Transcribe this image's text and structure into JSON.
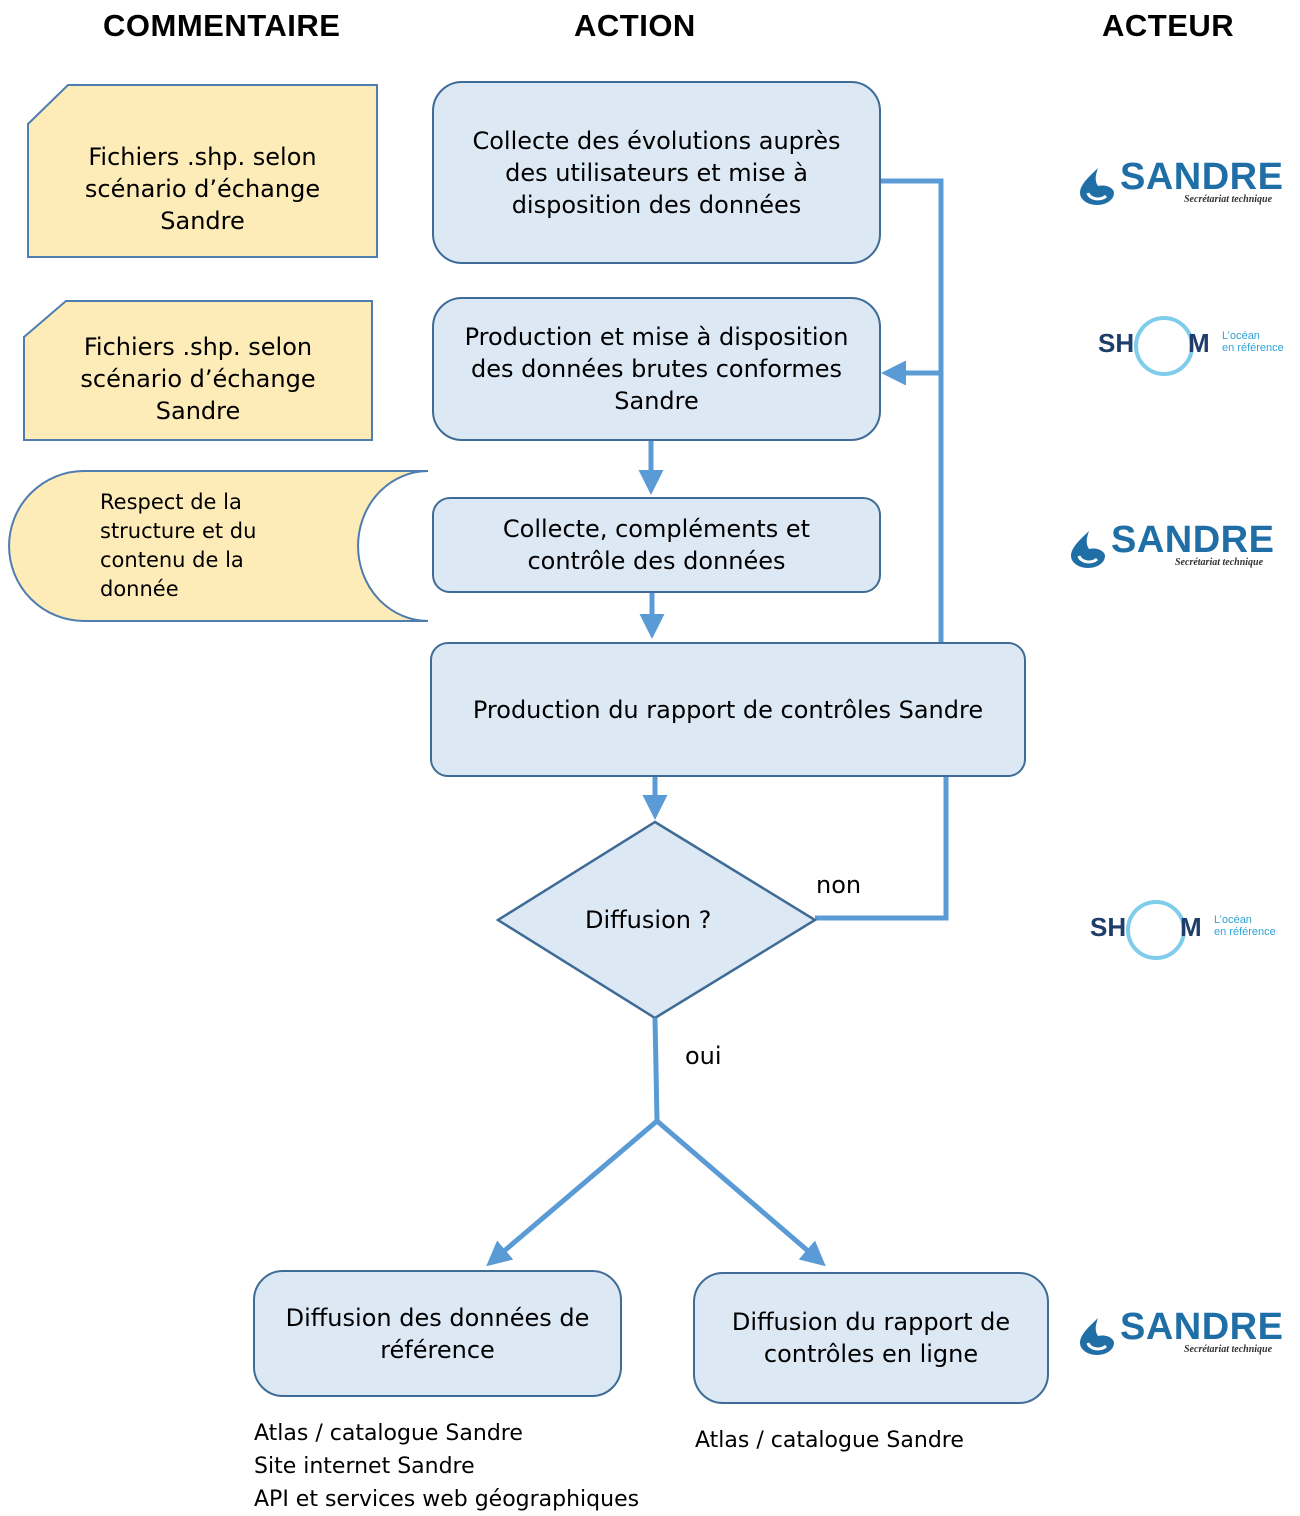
{
  "headers": {
    "commentaire": "COMMENTAIRE",
    "action": "ACTION",
    "acteur": "ACTEUR"
  },
  "actions": {
    "collecte_evolutions": "Collecte des évolutions auprès des utilisateurs et mise à disposition des données",
    "production_mise_disposition": "Production et mise à disposition des données brutes conformes Sandre",
    "collecte_controle": "Collecte, compléments et contrôle des données",
    "rapport_controles": "Production du rapport de contrôles Sandre",
    "decision": "Diffusion ?",
    "diffusion_referentiel": "Diffusion des données de référence",
    "diffusion_rapport": "Diffusion du rapport de contrôles en ligne"
  },
  "comments": {
    "fichiers_1": "Fichiers .shp. selon scénario d’échange Sandre",
    "fichiers_2": "Fichiers .shp. selon scénario d’échange Sandre",
    "respect": "Respect de la structure et du contenu de la donnée"
  },
  "branch_labels": {
    "non": "non",
    "oui": "oui"
  },
  "outputs": {
    "referentiel": [
      "Atlas / catalogue Sandre",
      "Site internet Sandre",
      "API et services web géographiques"
    ],
    "rapport": [
      "Atlas / catalogue Sandre"
    ]
  },
  "actors": {
    "sandre_word": "SANDRE",
    "sandre_tagline": "Secrétariat technique",
    "shom_left": "SH",
    "shom_right": "M",
    "shom_tagline_1": "L’océan",
    "shom_tagline_2": "en référence"
  },
  "colors": {
    "box_fill": "#dde8f5",
    "box_border": "#3f6c96",
    "note_fill": "#fdebb8",
    "connector": "#5b9bd5",
    "sandre_blue": "#1f6ea6",
    "shom_navy": "#1f3d6b",
    "shom_cyan": "#2fa3d6"
  }
}
